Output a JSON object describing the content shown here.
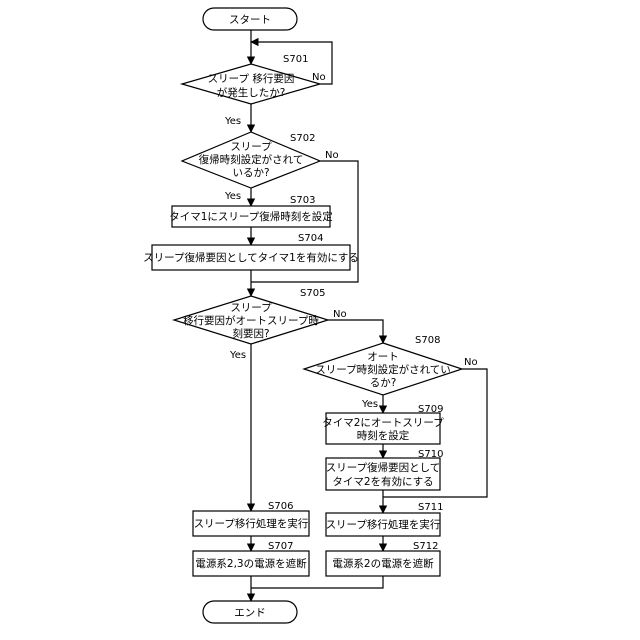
{
  "nodes": {
    "start": "スタート",
    "s701": [
      "スリープ 移行要因",
      "が発生したか?"
    ],
    "s702": [
      "スリープ",
      "復帰時刻設定がされて",
      "いるか?"
    ],
    "s703": "タイマ1にスリープ復帰時刻を設定",
    "s704": "スリープ復帰要因としてタイマ1を有効にする",
    "s705": [
      "スリープ",
      "移行要因がオートスリープ時",
      "刻要因?"
    ],
    "s708": [
      "オート",
      "スリープ時刻設定がされてい",
      "るか?"
    ],
    "s709": [
      "タイマ2にオートスリープ",
      "時刻を設定"
    ],
    "s710": [
      "スリープ復帰要因として",
      "タイマ2を有効にする"
    ],
    "s706": "スリープ移行処理を実行",
    "s711": "スリープ移行処理を実行",
    "s707": "電源系2,3の電源を遮断",
    "s712": "電源系2の電源を遮断",
    "end": "エンド"
  },
  "steps": {
    "s701": "S701",
    "s702": "S702",
    "s703": "S703",
    "s704": "S704",
    "s705": "S705",
    "s706": "S706",
    "s707": "S707",
    "s708": "S708",
    "s709": "S709",
    "s710": "S710",
    "s711": "S711",
    "s712": "S712"
  },
  "edges": {
    "s701_no": "No",
    "s701_yes": "Yes",
    "s702_no": "No",
    "s702_yes": "Yes",
    "s705_no": "No",
    "s705_yes": "Yes",
    "s708_no": "No",
    "s708_yes": "Yes"
  }
}
